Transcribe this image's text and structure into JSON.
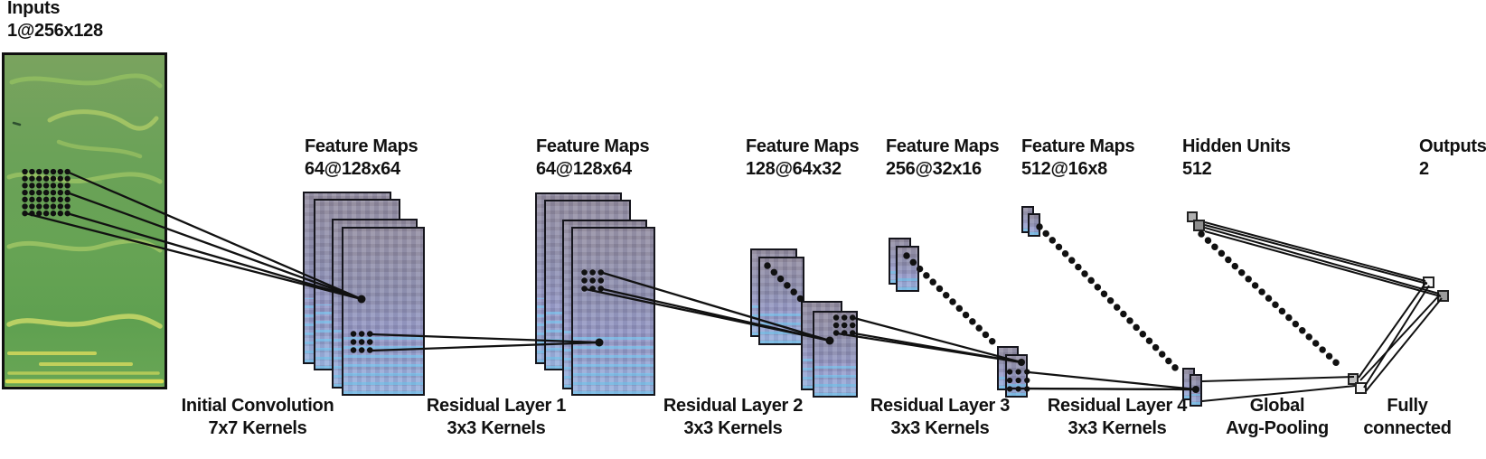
{
  "labels": {
    "inputs": {
      "line1": "Inputs",
      "line2": "1@256x128"
    },
    "fm1": {
      "line1": "Feature Maps",
      "line2": "64@128x64"
    },
    "fm2": {
      "line1": "Feature Maps",
      "line2": "64@128x64"
    },
    "fm3": {
      "line1": "Feature Maps",
      "line2": "128@64x32"
    },
    "fm4": {
      "line1": "Feature Maps",
      "line2": "256@32x16"
    },
    "fm5": {
      "line1": "Feature Maps",
      "line2": "512@16x8"
    },
    "hidden": {
      "line1": "Hidden Units",
      "line2": "512"
    },
    "outputs": {
      "line1": "Outputs",
      "line2": "2"
    },
    "op1": {
      "line1": "Initial Convolution",
      "line2": "7x7 Kernels"
    },
    "op2": {
      "line1": "Residual Layer 1",
      "line2": "3x3 Kernels"
    },
    "op3": {
      "line1": "Residual Layer 2",
      "line2": "3x3 Kernels"
    },
    "op4": {
      "line1": "Residual Layer 3",
      "line2": "3x3 Kernels"
    },
    "op5": {
      "line1": "Residual Layer 4",
      "line2": "3x3 Kernels"
    },
    "op6": {
      "line1": "Global",
      "line2": "Avg-Pooling"
    },
    "op7": {
      "line1": "Fully",
      "line2": "connected"
    }
  },
  "colors": {
    "background": "#ffffff",
    "text": "#111111",
    "input_spectrogram_green": "#68a256",
    "input_streak_yellow": "#dedd58",
    "feature_map_purple": "#8f92b4",
    "feature_map_cyan": "#7bccf2",
    "connection_line": "#111111",
    "hidden_unit_gray": "#909090",
    "output_unit_light": "#f4f4f4",
    "panel_border": "#15151c"
  }
}
